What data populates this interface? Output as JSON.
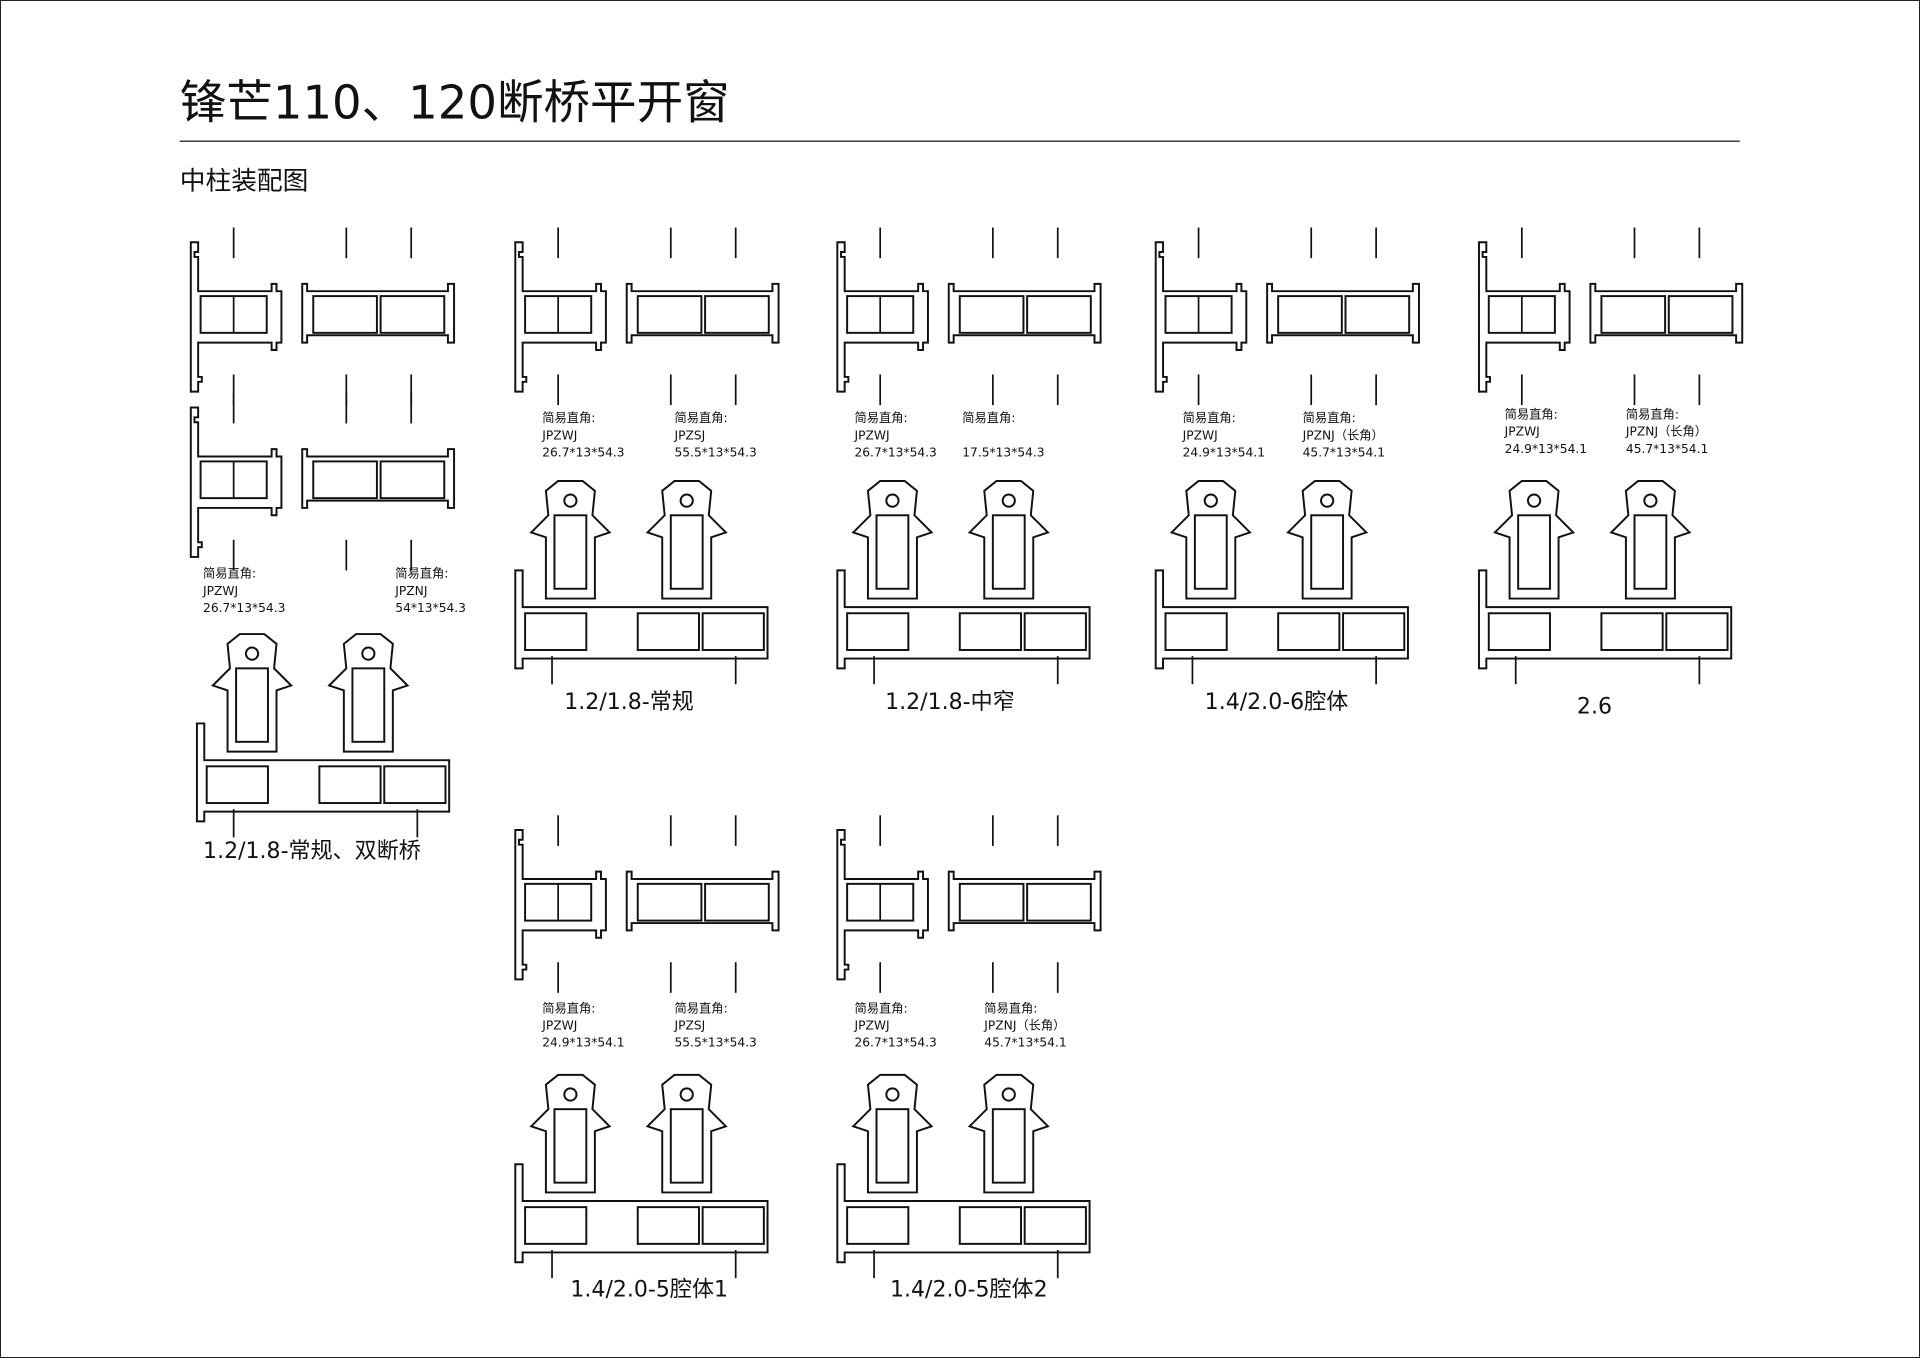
{
  "title": "锋芒110、120断桥平开窗",
  "subtitle": "中柱装配图",
  "groups": [
    {
      "caption": "1.2/1.8-常规、双断桥",
      "labels": [
        {
          "l1": "简易直角:",
          "l2": "JPZWJ",
          "l3": "26.7*13*54.3"
        },
        {
          "l1": "简易直角:",
          "l2": "JPZNJ",
          "l3": "54*13*54.3"
        }
      ]
    },
    {
      "caption": "1.2/1.8-常规",
      "labels": [
        {
          "l1": "简易直角:",
          "l2": "JPZWJ",
          "l3": "26.7*13*54.3"
        },
        {
          "l1": "简易直角:",
          "l2": "JPZSJ",
          "l3": "55.5*13*54.3"
        }
      ]
    },
    {
      "caption": "1.2/1.8-中窄",
      "labels": [
        {
          "l1": "简易直角:",
          "l2": "JPZWJ",
          "l3": "26.7*13*54.3"
        },
        {
          "l1": "简易直角:",
          "l2": "",
          "l3": "17.5*13*54.3"
        }
      ]
    },
    {
      "caption": "1.4/2.0-6腔体",
      "labels": [
        {
          "l1": "简易直角:",
          "l2": "JPZWJ",
          "l3": "24.9*13*54.1"
        },
        {
          "l1": "简易直角:",
          "l2": "JPZNJ（长角）",
          "l3": "45.7*13*54.1"
        }
      ]
    },
    {
      "caption": "2.6",
      "labels": [
        {
          "l1": "简易直角:",
          "l2": "JPZWJ",
          "l3": "24.9*13*54.1"
        },
        {
          "l1": "简易直角:",
          "l2": "JPZNJ（长角）",
          "l3": "45.7*13*54.1"
        }
      ]
    },
    {
      "caption": "1.4/2.0-5腔体1",
      "labels": [
        {
          "l1": "简易直角:",
          "l2": "JPZWJ",
          "l3": "24.9*13*54.1"
        },
        {
          "l1": "简易直角:",
          "l2": "JPZSJ",
          "l3": "55.5*13*54.3"
        }
      ]
    },
    {
      "caption": "1.4/2.0-5腔体2",
      "labels": [
        {
          "l1": "简易直角:",
          "l2": "JPZWJ",
          "l3": "26.7*13*54.3"
        },
        {
          "l1": "简易直角:",
          "l2": "JPZNJ（长角）",
          "l3": "45.7*13*54.1"
        }
      ]
    }
  ]
}
